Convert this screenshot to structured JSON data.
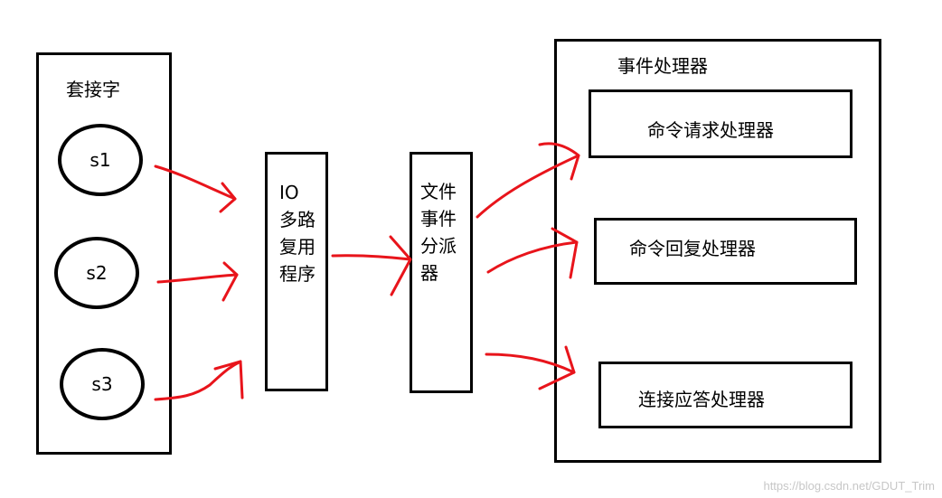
{
  "sockets": {
    "title": "套接字",
    "items": [
      "s1",
      "s2",
      "s3"
    ]
  },
  "io_multiplexer": {
    "lines": [
      "IO",
      "多路",
      "复用",
      "程序"
    ]
  },
  "dispatcher": {
    "lines": [
      "文件",
      "事件",
      "分派",
      "器"
    ]
  },
  "event_handlers": {
    "title": "事件处理器",
    "items": [
      "命令请求处理器",
      "命令回复处理器",
      "连接应答处理器"
    ]
  },
  "watermark": "https://blog.csdn.net/GDUT_Trim",
  "colors": {
    "arrow": "#e8141b",
    "border": "#000000",
    "watermark": "#c7c7c7"
  }
}
